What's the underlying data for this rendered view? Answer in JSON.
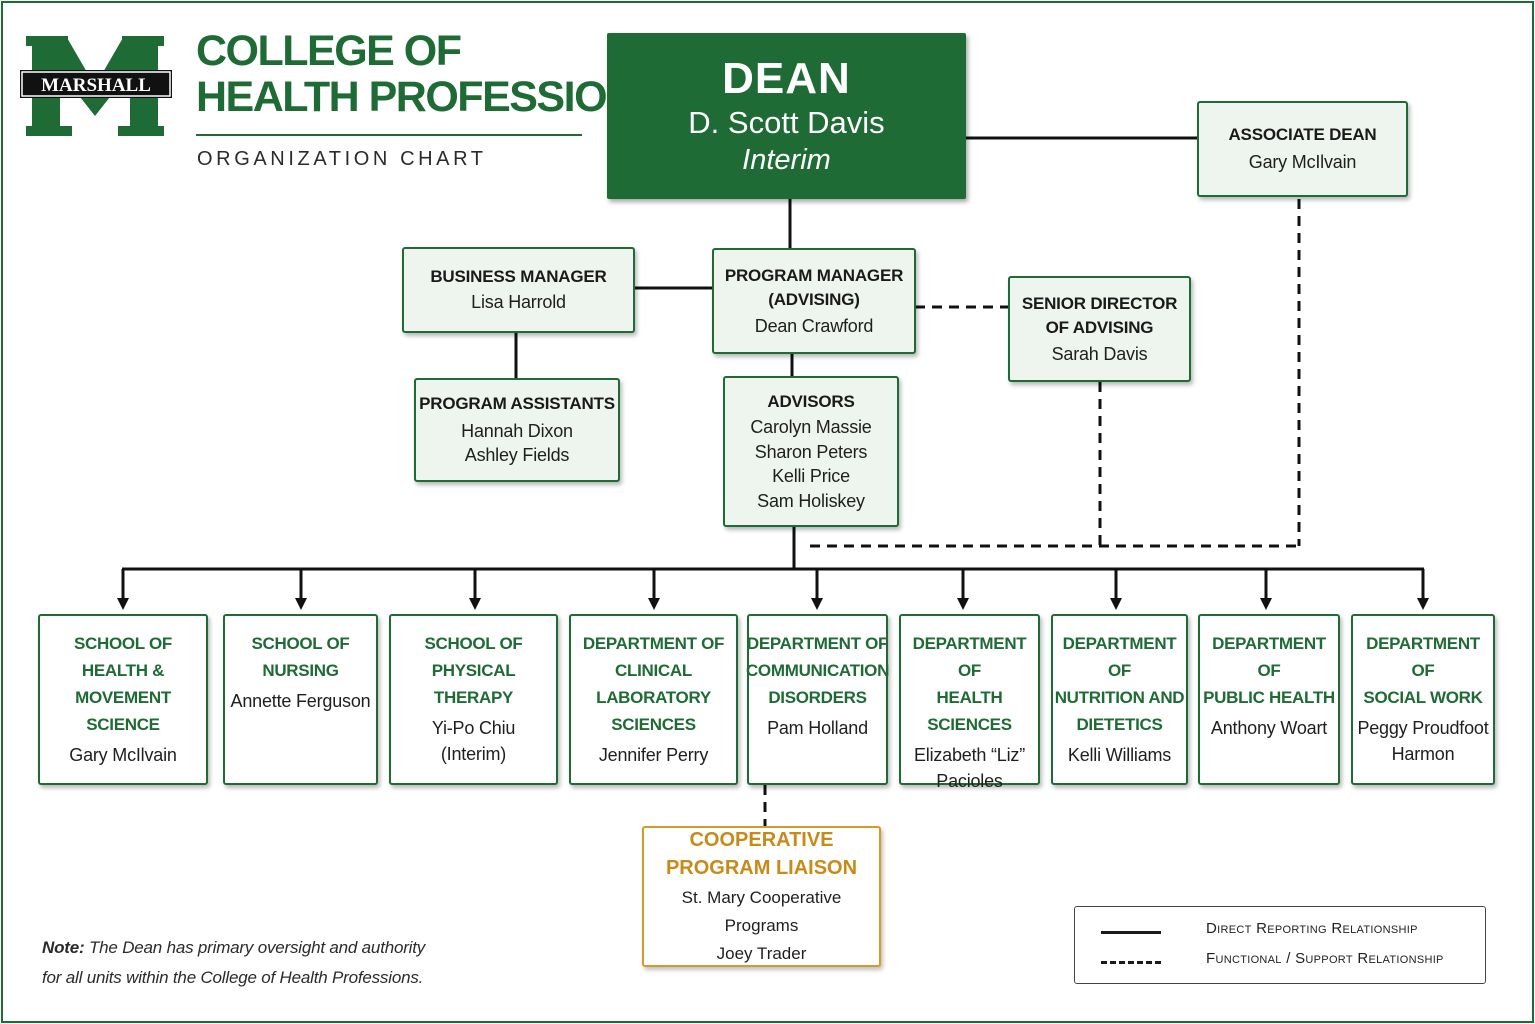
{
  "header": {
    "logo_text": "MARSHALL",
    "title": "COLLEGE OF\nHEALTH PROFESSIONS",
    "subtitle": "ORGANIZATION CHART"
  },
  "colors": {
    "brand_green": "#1f6b35",
    "box_fill": "#eef4ee",
    "liaison_gold": "#c88a18"
  },
  "dean": {
    "title": "DEAN",
    "name": "D. Scott Davis",
    "status": "Interim"
  },
  "associate_dean": {
    "title": "ASSOCIATE DEAN",
    "name": "Gary McIlvain"
  },
  "business_manager": {
    "title": "BUSINESS MANAGER",
    "name": "Lisa Harrold"
  },
  "program_assistants": {
    "title": "PROGRAM ASSISTANTS",
    "names": [
      "Hannah Dixon",
      "Ashley Fields"
    ]
  },
  "program_manager": {
    "title_line1": "PROGRAM MANAGER",
    "title_line2": "(ADVISING)",
    "name": "Dean Crawford"
  },
  "senior_director": {
    "title_line1": "SENIOR DIRECTOR",
    "title_line2": "OF ADVISING",
    "name": "Sarah Davis"
  },
  "advisors": {
    "title": "ADVISORS",
    "names": [
      "Carolyn Massie",
      "Sharon Peters",
      "Kelli Price",
      "Sam Holiskey"
    ]
  },
  "units": [
    {
      "title": "SCHOOL OF\nHEALTH &\nMOVEMENT SCIENCE",
      "head": "Gary McIlvain"
    },
    {
      "title": "SCHOOL OF\nNURSING",
      "head": "Annette Ferguson"
    },
    {
      "title": "SCHOOL OF\nPHYSICAL THERAPY",
      "head": "Yi-Po Chiu\n(Interim)"
    },
    {
      "title": "DEPARTMENT OF\nCLINICAL LABORATORY\nSCIENCES",
      "head": "Jennifer Perry"
    },
    {
      "title": "DEPARTMENT OF\nCOMMUNICATION\nDISORDERS",
      "head": "Pam Holland"
    },
    {
      "title": "DEPARTMENT OF\nHEALTH SCIENCES",
      "head": "Elizabeth “Liz”\nPacioles"
    },
    {
      "title": "DEPARTMENT OF\nNUTRITION AND\nDIETETICS",
      "head": "Kelli Williams"
    },
    {
      "title": "DEPARTMENT OF\nPUBLIC HEALTH",
      "head": "Anthony Woart"
    },
    {
      "title": "DEPARTMENT OF\nSOCIAL WORK",
      "head": "Peggy Proudfoot\nHarmon"
    }
  ],
  "liaison": {
    "title": "COOPERATIVE\nPROGRAM LIAISON",
    "org": "St. Mary Cooperative Programs",
    "name": "Joey Trader"
  },
  "note": {
    "label": "Note:",
    "text": "The Dean has primary oversight and authority\nfor all units within the College of Health Professions."
  },
  "legend": {
    "direct": "Direct Reporting Relationship",
    "functional": "Functional / Support Relationship"
  }
}
